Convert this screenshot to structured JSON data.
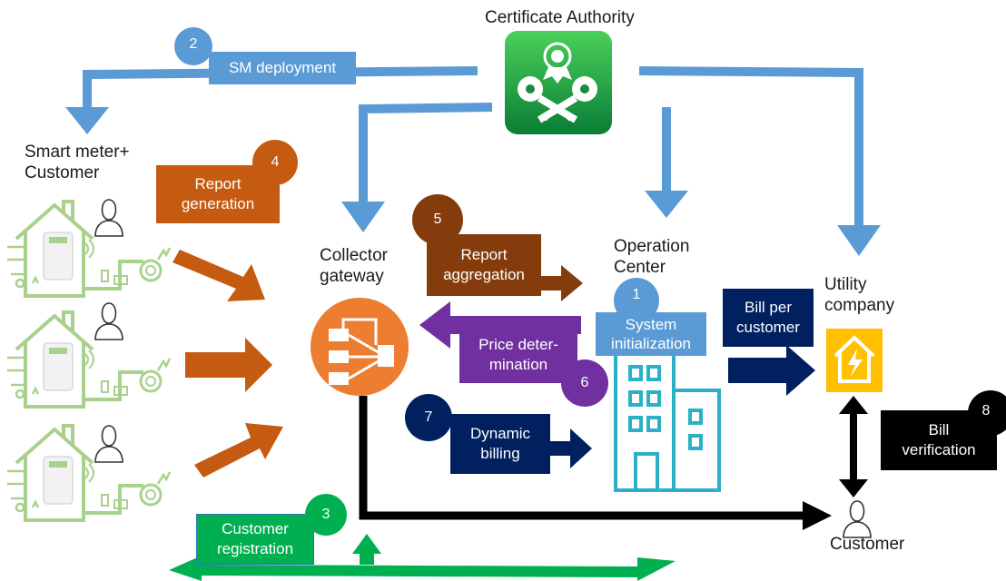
{
  "nodes": {
    "ca": "Certificate Authority",
    "smart_meter": [
      "Smart meter+",
      "Customer"
    ],
    "collector": [
      "Collector",
      "gateway"
    ],
    "operation_center": [
      "Operation",
      "Center"
    ],
    "utility": [
      "Utility",
      "company"
    ],
    "customer": "Customer"
  },
  "steps": {
    "s1": {
      "num": "1",
      "label": [
        "System",
        "initialization"
      ]
    },
    "s2": {
      "num": "2",
      "label": [
        "SM deployment"
      ]
    },
    "s3": {
      "num": "3",
      "label": [
        "Customer",
        "registration"
      ]
    },
    "s4": {
      "num": "4",
      "label": [
        "Report",
        "generation"
      ]
    },
    "s5": {
      "num": "5",
      "label": [
        "Report",
        "aggregation"
      ]
    },
    "s6": {
      "num": "6",
      "label": [
        "Price deter-",
        "mination"
      ]
    },
    "s7": {
      "num": "7",
      "label": [
        "Dynamic",
        "billing"
      ]
    },
    "s8": {
      "num": "8",
      "label": [
        "Bill",
        "verification"
      ]
    },
    "bill_per_customer": [
      "Bill per",
      "customer"
    ]
  },
  "icons": [
    "house-meter-icon",
    "user-icon",
    "certificate-keys-icon",
    "collector-hub-icon",
    "building-icon",
    "utility-house-bolt-icon"
  ],
  "colors": {
    "blue": "#5b9bd5",
    "orange": "#c55a11",
    "brown": "#843c0c",
    "purple": "#7030a0",
    "navy": "#002060",
    "black": "#000000",
    "green": "#00b050",
    "ca_green": "#0f9b3a",
    "hub_orange": "#ed7d31",
    "utility_yellow": "#ffc000",
    "building_teal": "#2ab0c7",
    "house_green": "#a9d18e"
  }
}
